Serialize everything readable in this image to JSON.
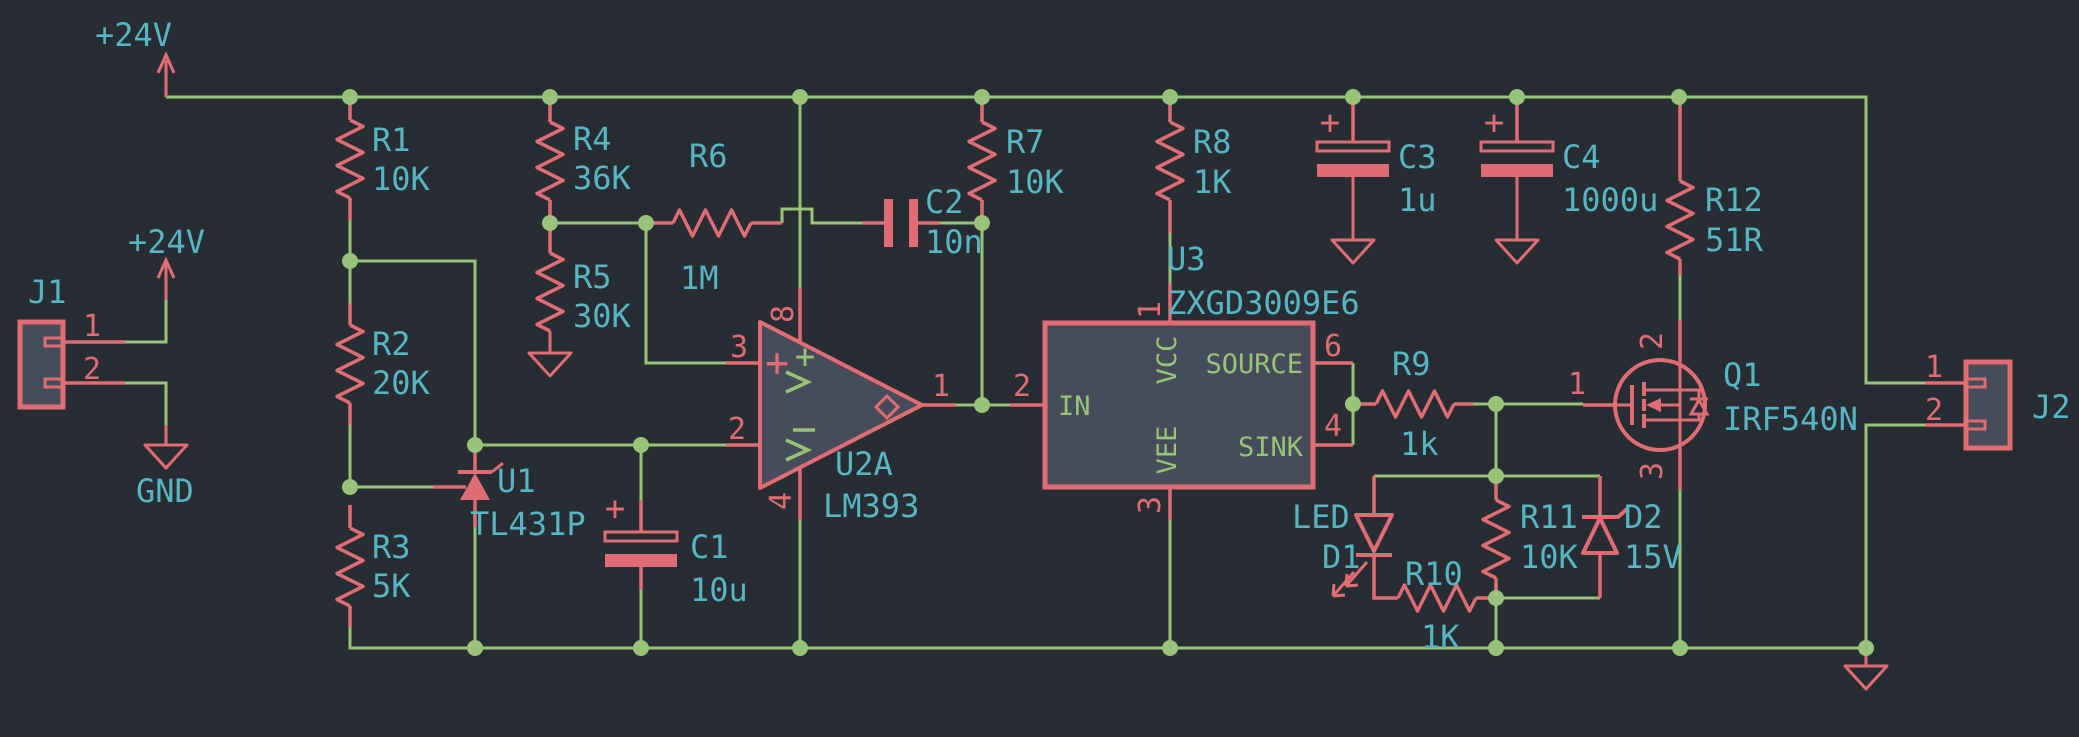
{
  "colors": {
    "background": "#282c33",
    "wire": "#98c379",
    "component": "#e06c75",
    "label": "#56b6c2",
    "pin_name": "#98c379",
    "symbol_fill": "#464c59"
  },
  "power": {
    "rail": "+24V",
    "j1_supply": "+24V",
    "j1_ground": "GND"
  },
  "components": {
    "j1": {
      "ref": "J1",
      "pin1": "1",
      "pin2": "2"
    },
    "j2": {
      "ref": "J2",
      "pin1": "1",
      "pin2": "2"
    },
    "r1": {
      "ref": "R1",
      "value": "10K"
    },
    "r2": {
      "ref": "R2",
      "value": "20K"
    },
    "r3": {
      "ref": "R3",
      "value": "5K"
    },
    "r4": {
      "ref": "R4",
      "value": "36K"
    },
    "r5": {
      "ref": "R5",
      "value": "30K"
    },
    "r6": {
      "ref": "R6",
      "value": "1M"
    },
    "r7": {
      "ref": "R7",
      "value": "10K"
    },
    "r8": {
      "ref": "R8",
      "value": "1K"
    },
    "r9": {
      "ref": "R9",
      "value": "1k"
    },
    "r10": {
      "ref": "R10",
      "value": "1K"
    },
    "r11": {
      "ref": "R11",
      "value": "10K"
    },
    "r12": {
      "ref": "R12",
      "value": "51R"
    },
    "c1": {
      "ref": "C1",
      "value": "10u",
      "polarity": "+"
    },
    "c2": {
      "ref": "C2",
      "value": "10n"
    },
    "c3": {
      "ref": "C3",
      "value": "1u",
      "polarity": "+"
    },
    "c4": {
      "ref": "C4",
      "value": "1000u",
      "polarity": "+"
    },
    "d1": {
      "ref": "D1",
      "value": "LED"
    },
    "d2": {
      "ref": "D2",
      "value": "15V"
    },
    "u1": {
      "ref": "U1",
      "value": "TL431P"
    },
    "u2a": {
      "ref": "U2A",
      "value": "LM393",
      "plus": "+",
      "minus": "−",
      "pin_inplus": "3",
      "pin_inminus": "2",
      "pin_out": "1",
      "pin_vplus": "8",
      "pin_vminus": "4"
    },
    "u3": {
      "ref": "U3",
      "value": "ZXGD3009E6",
      "pin_in_num": "2",
      "pin_vcc_num": "1",
      "pin_vee_num": "3",
      "pin_source_num": "6",
      "pin_sink_num": "4",
      "name_in": "IN",
      "name_vcc": "VCC",
      "name_vee": "VEE",
      "name_source": "SOURCE",
      "name_sink": "SINK"
    },
    "q1": {
      "ref": "Q1",
      "value": "IRF540N",
      "pin_gate": "1",
      "pin_drain": "2",
      "pin_source": "3"
    }
  }
}
